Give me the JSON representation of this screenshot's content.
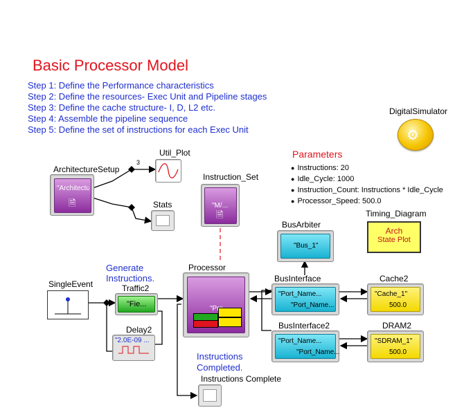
{
  "title": "Basic Processor Model",
  "steps": [
    "Step 1: Define the Performance characteristics",
    "Step 2: Define the resources- Exec Unit and Pipeline stages",
    "Step 3: Define the cache structure- I, D, L2 etc.",
    "Step 4: Assemble the pipeline sequence",
    "Step 5: Define the set of instructions for each Exec Unit"
  ],
  "digital_simulator": "DigitalSimulator",
  "parameters": {
    "heading": "Parameters",
    "items": [
      "Instructions: 20",
      "Idle_Cycle: 1000",
      "Instruction_Count: Instructions * Idle_Cycle",
      "Processor_Speed: 500.0"
    ]
  },
  "blocks": {
    "architecture_setup": {
      "label": "ArchitectureSetup",
      "text": "\"Architectu..."
    },
    "util_plot": {
      "label": "Util_Plot"
    },
    "stats": {
      "label": "Stats"
    },
    "instruction_set": {
      "label": "Instruction_Set",
      "text": "\"M/..."
    },
    "timing_diagram": {
      "label": "Timing_Diagram",
      "line1": "Arch",
      "line2": "State Plot"
    },
    "bus_arbiter": {
      "label": "BusArbiter",
      "text": "\"Bus_1\""
    },
    "single_event": {
      "label": "SingleEvent"
    },
    "traffic2": {
      "label": "Traffic2",
      "text": "\"Fie..."
    },
    "delay2": {
      "label": "Delay2",
      "text": "\"2.0E-09 ..."
    },
    "processor": {
      "label": "Processor",
      "text": "\"Pro..."
    },
    "bus_interface": {
      "label": "BusInterface",
      "text1": "\"Port_Name...",
      "text2": "\"Port_Name..."
    },
    "bus_interface2": {
      "label": "BusInterface2",
      "text1": "\"Port_Name...",
      "text2": "\"Port_Name..."
    },
    "cache2": {
      "label": "Cache2",
      "text": "\"Cache_1\"",
      "value": "500.0"
    },
    "dram2": {
      "label": "DRAM2",
      "text": "\"SDRAM_1\"",
      "value": "500.0"
    },
    "instructions_complete": {
      "label": "Instructions Complete"
    }
  },
  "annotations": {
    "generate": "Generate Instructions.",
    "completed": "Instructions Completed.",
    "fanout": "3"
  }
}
